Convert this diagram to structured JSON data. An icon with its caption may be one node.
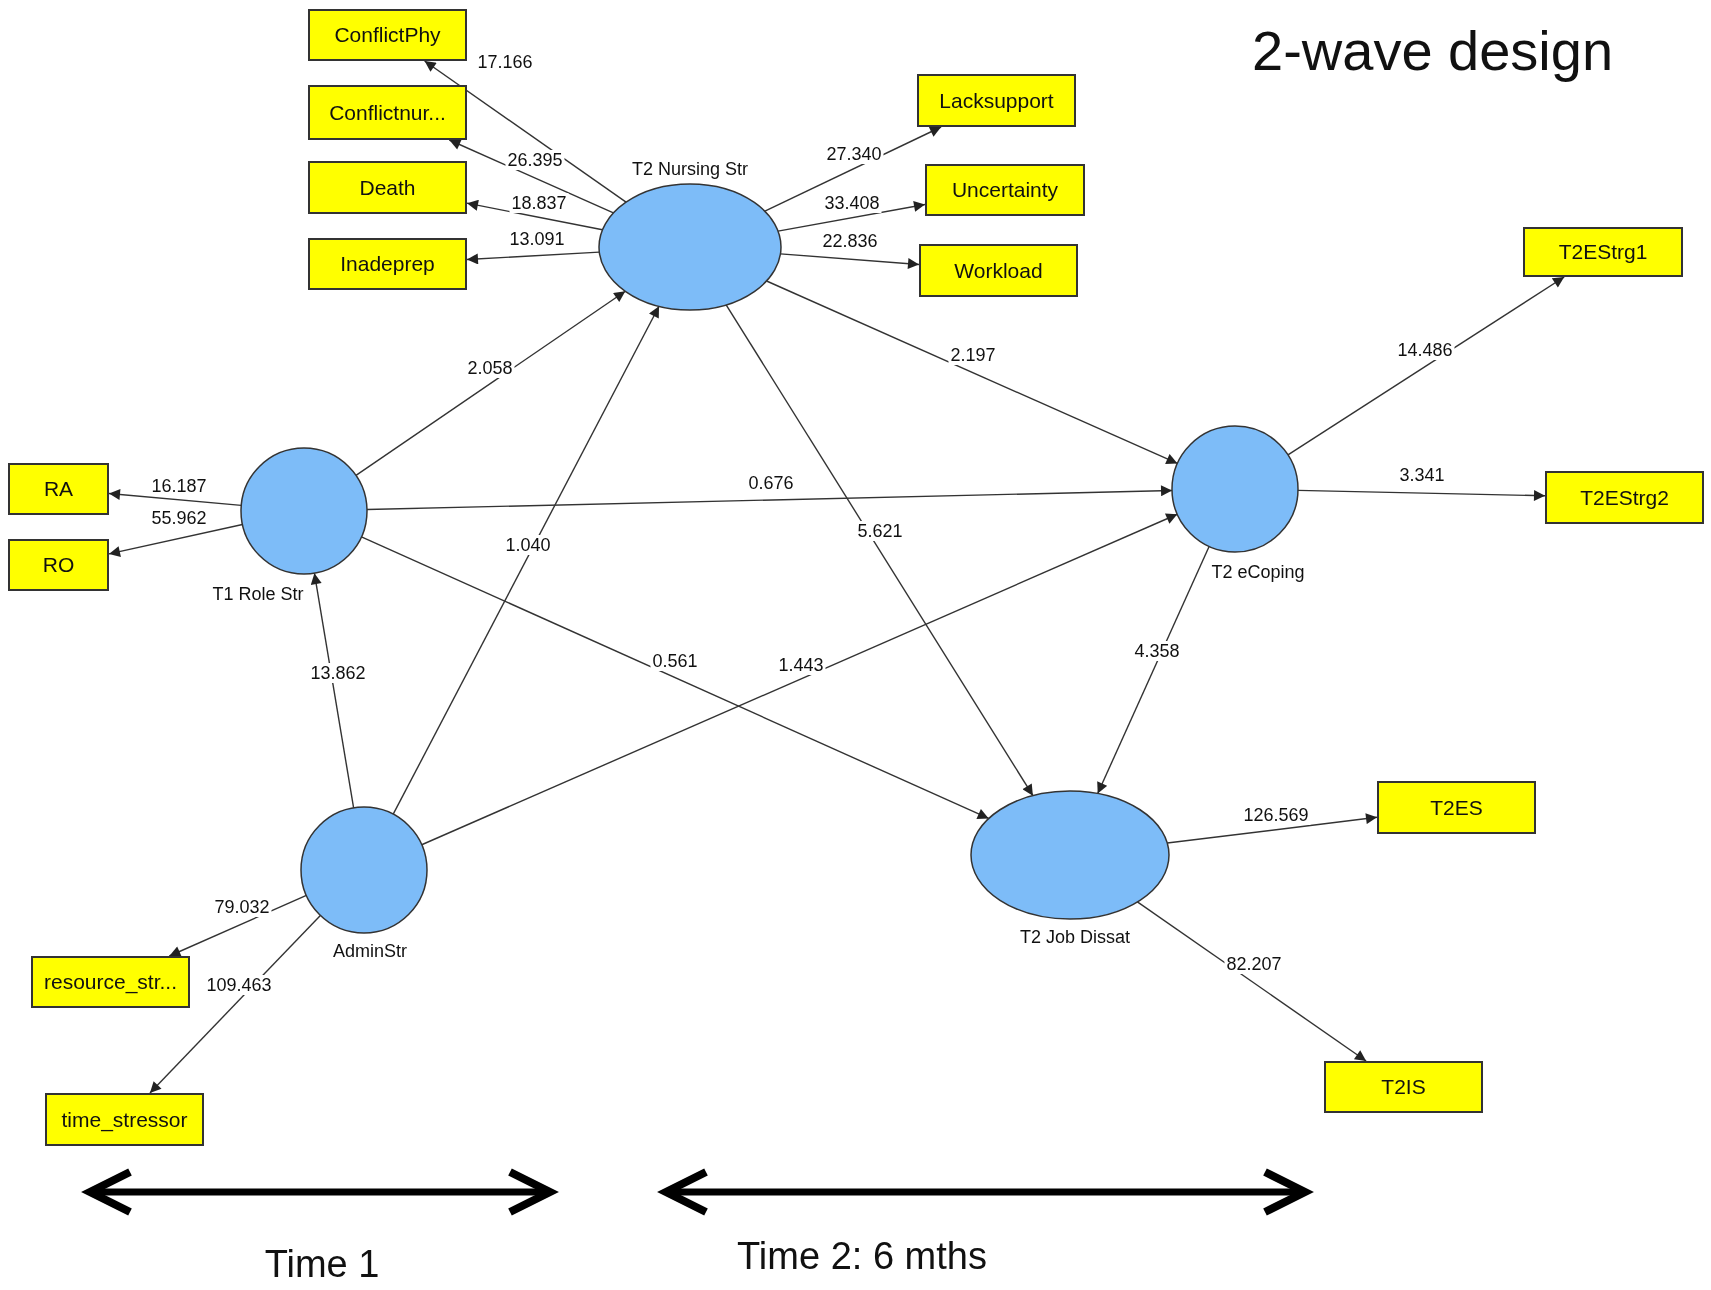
{
  "diagram": {
    "title": "2-wave design",
    "nodes": [
      {
        "text": [
          "ConflictPhy"
        ]
      },
      {
        "text": [
          "Conflictnur..."
        ]
      },
      {
        "text": [
          "Death"
        ]
      },
      {
        "text": [
          "Inadeprep"
        ]
      },
      {
        "text": [
          "Lacksupport"
        ]
      },
      {
        "text": [
          "Uncertainty"
        ]
      },
      {
        "text": [
          "Workload"
        ]
      },
      {
        "text": [
          "T2 Nursing Str"
        ]
      },
      {
        "text": [
          "T2EStrg1"
        ]
      },
      {
        "text": [
          "RA"
        ]
      },
      {
        "text": [
          "RO"
        ]
      },
      {
        "text": [
          "T1 Role Str"
        ]
      },
      {
        "text": [
          "T2 eCoping"
        ]
      },
      {
        "text": [
          "T2EStrg2"
        ]
      },
      {
        "text": [
          "AdminStr"
        ]
      },
      {
        "text": [
          "T2 Job Dissat"
        ]
      },
      {
        "text": [
          "T2ES"
        ]
      },
      {
        "text": [
          "resource_str..."
        ]
      },
      {
        "text": [
          "T2IS"
        ]
      },
      {
        "text": [
          "time_stressor"
        ]
      }
    ],
    "edges": [
      {
        "from": 7,
        "to": 0,
        "arrow": "to",
        "label": "17.166"
      },
      {
        "from": 7,
        "to": 1,
        "arrow": "to",
        "label": "26.395"
      },
      {
        "from": 7,
        "to": 2,
        "arrow": "to",
        "label": "18.837"
      },
      {
        "from": 7,
        "to": 3,
        "arrow": "to",
        "label": "13.091"
      },
      {
        "from": 7,
        "to": 4,
        "arrow": "to",
        "label": "27.340"
      },
      {
        "from": 7,
        "to": 5,
        "arrow": "to",
        "label": "33.408"
      },
      {
        "from": 7,
        "to": 6,
        "arrow": "to",
        "label": "22.836"
      },
      {
        "from": 11,
        "to": 7,
        "arrow": "to",
        "label": "2.058"
      },
      {
        "from": 7,
        "to": 12,
        "arrow": "to",
        "label": "2.197"
      },
      {
        "from": 12,
        "to": 8,
        "arrow": "to",
        "label": "14.486"
      },
      {
        "from": 12,
        "to": 13,
        "arrow": "to",
        "label": "3.341"
      },
      {
        "from": 11,
        "to": 9,
        "arrow": "to",
        "label": "16.187"
      },
      {
        "from": 11,
        "to": 10,
        "arrow": "to",
        "label": "55.962"
      },
      {
        "from": 11,
        "to": 12,
        "arrow": "to",
        "label": "0.676"
      },
      {
        "from": 14,
        "to": 7,
        "arrow": "to",
        "label": "1.040"
      },
      {
        "from": 7,
        "to": 15,
        "arrow": "to",
        "label": "5.621"
      },
      {
        "from": 11,
        "to": 15,
        "arrow": "to",
        "label": "0.561"
      },
      {
        "from": 14,
        "to": 12,
        "arrow": "to",
        "label": "1.443"
      },
      {
        "from": 14,
        "to": 11,
        "arrow": "to",
        "label": "13.862"
      },
      {
        "from": 12,
        "to": 15,
        "arrow": "to",
        "label": "4.358"
      },
      {
        "from": 15,
        "to": 16,
        "arrow": "to",
        "label": "126.569"
      },
      {
        "from": 15,
        "to": 18,
        "arrow": "to",
        "label": "82.207"
      },
      {
        "from": 14,
        "to": 17,
        "arrow": "to",
        "label": "79.032"
      },
      {
        "from": 14,
        "to": 19,
        "arrow": "to",
        "label": "109.463"
      }
    ],
    "labels": [
      "Time 1",
      "Time 2: 6 mths"
    ]
  }
}
